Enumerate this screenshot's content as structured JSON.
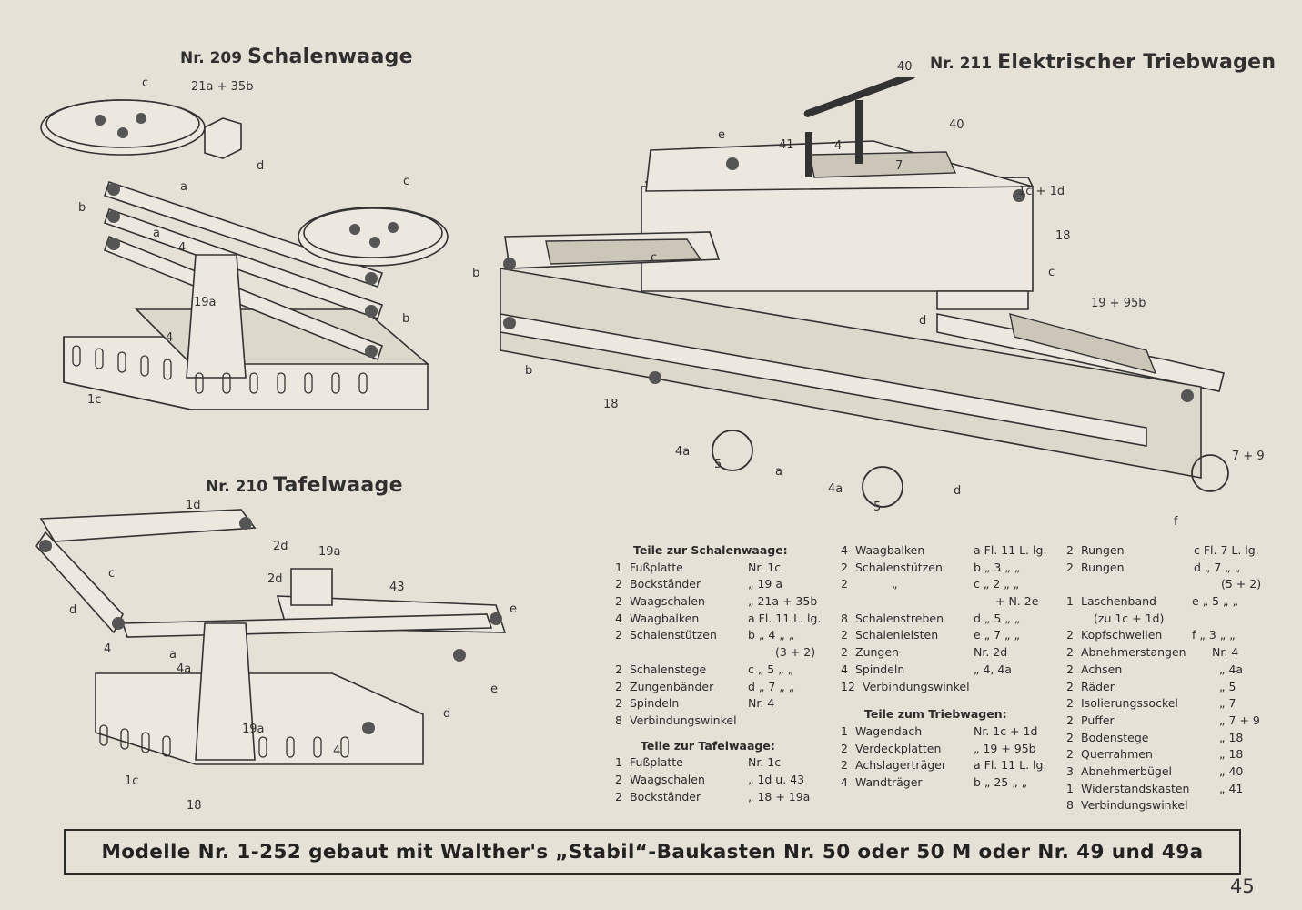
{
  "models": {
    "m209": {
      "nr": "Nr. 209",
      "name": "Schalenwaage"
    },
    "m210": {
      "nr": "Nr. 210",
      "name": "Tafelwaage"
    },
    "m211": {
      "nr": "Nr. 211",
      "name": "Elektrischer Triebwagen"
    }
  },
  "callouts": {
    "m209": [
      "c",
      "21a + 35b",
      "d",
      "a",
      "b",
      "a",
      "4",
      "19a",
      "4",
      "b",
      "1c",
      "c"
    ],
    "m210": [
      "1d",
      "2d",
      "19a",
      "c",
      "2d",
      "43",
      "d",
      "4",
      "a",
      "4a",
      "e",
      "e",
      "d",
      "19a",
      "4",
      "1c",
      "18"
    ],
    "m211": [
      "40",
      "40",
      "e",
      "41",
      "4",
      "7",
      "1c + 1d",
      "18",
      "c",
      "c",
      "b",
      "d",
      "19 + 95b",
      "b",
      "18",
      "4a",
      "5",
      "a",
      "4a",
      "5",
      "d",
      "7 + 9",
      "f"
    ]
  },
  "parts": {
    "schalenwaage": {
      "title": "Teile zur Schalenwaage:",
      "rows": [
        {
          "q": "1",
          "n": "Fußplatte",
          "r": "Nr. 1c"
        },
        {
          "q": "2",
          "n": "Bockständer",
          "r": "„ 19 a"
        },
        {
          "q": "2",
          "n": "Waagschalen",
          "r": "„ 21a + 35b"
        },
        {
          "q": "4",
          "n": "Waagbalken",
          "r": "a Fl. 11 L. lg."
        },
        {
          "q": "2",
          "n": "Schalenstützen",
          "r": "b „ 4 „ „"
        },
        {
          "q": "",
          "n": "",
          "r": "(3 + 2)"
        },
        {
          "q": "2",
          "n": "Schalenstege",
          "r": "c „ 5 „ „"
        },
        {
          "q": "2",
          "n": "Zungenbänder",
          "r": "d „ 7 „ „"
        },
        {
          "q": "2",
          "n": "Spindeln",
          "r": "Nr. 4"
        },
        {
          "q": "8",
          "n": "Verbindungswinkel",
          "r": ""
        }
      ]
    },
    "tafelwaage": {
      "title": "Teile zur Tafelwaage:",
      "rows": [
        {
          "q": "1",
          "n": "Fußplatte",
          "r": "Nr. 1c"
        },
        {
          "q": "2",
          "n": "Waagschalen",
          "r": "„ 1d u. 43"
        },
        {
          "q": "2",
          "n": "Bockständer",
          "r": "„ 18 + 19a"
        }
      ]
    },
    "col2a": {
      "rows": [
        {
          "q": "4",
          "n": "Waagbalken",
          "r": "a Fl. 11 L. lg."
        },
        {
          "q": "2",
          "n": "Schalenstützen",
          "r": "b „ 3 „ „"
        },
        {
          "q": "2",
          "n": "„",
          "r": "c „ 2 „ „"
        },
        {
          "q": "",
          "n": "",
          "r": "+ N. 2e"
        },
        {
          "q": "8",
          "n": "Schalenstreben",
          "r": "d „ 5 „ „"
        },
        {
          "q": "2",
          "n": "Schalenleisten",
          "r": "e „ 7 „ „"
        },
        {
          "q": "2",
          "n": "Zungen",
          "r": "Nr. 2d"
        },
        {
          "q": "4",
          "n": "Spindeln",
          "r": "„ 4, 4a"
        },
        {
          "q": "12",
          "n": "Verbindungswinkel",
          "r": ""
        }
      ]
    },
    "triebwagen": {
      "title": "Teile zum Triebwagen:",
      "rows": [
        {
          "q": "1",
          "n": "Wagendach",
          "r": "Nr. 1c + 1d"
        },
        {
          "q": "2",
          "n": "Verdeckplatten",
          "r": "„ 19 + 95b"
        },
        {
          "q": "2",
          "n": "Achslagerträger",
          "r": "a Fl. 11 L. lg."
        },
        {
          "q": "4",
          "n": "Wandträger",
          "r": "b „ 25 „ „"
        }
      ]
    },
    "col3": {
      "rows": [
        {
          "q": "2",
          "n": "Rungen",
          "r": "c Fl. 7 L. lg."
        },
        {
          "q": "2",
          "n": "Rungen",
          "r": "d „ 7 „ „"
        },
        {
          "q": "",
          "n": "",
          "r": "(5 + 2)"
        },
        {
          "q": "1",
          "n": "Laschenband",
          "r": "e „ 5 „ „"
        },
        {
          "q": "",
          "n": "(zu 1c + 1d)",
          "r": ""
        },
        {
          "q": "2",
          "n": "Kopfschwellen",
          "r": "f „ 3 „ „"
        },
        {
          "q": "2",
          "n": "Abnehmerstangen",
          "r": "Nr. 4"
        },
        {
          "q": "2",
          "n": "Achsen",
          "r": "„ 4a"
        },
        {
          "q": "2",
          "n": "Räder",
          "r": "„ 5"
        },
        {
          "q": "2",
          "n": "Isolierungssockel",
          "r": "„ 7"
        },
        {
          "q": "2",
          "n": "Puffer",
          "r": "„ 7 + 9"
        },
        {
          "q": "2",
          "n": "Bodenstege",
          "r": "„ 18"
        },
        {
          "q": "2",
          "n": "Querrahmen",
          "r": "„ 18"
        },
        {
          "q": "3",
          "n": "Abnehmerbügel",
          "r": "„ 40"
        },
        {
          "q": "1",
          "n": "Widerstandskasten",
          "r": "„ 41"
        },
        {
          "q": "8",
          "n": "Verbindungswinkel",
          "r": ""
        }
      ]
    }
  },
  "footer": {
    "banner": "Modelle Nr. 1-252 gebaut mit Walther's „Stabil“-Baukasten Nr. 50 oder 50 M oder Nr. 49 und 49a",
    "page": "45"
  }
}
